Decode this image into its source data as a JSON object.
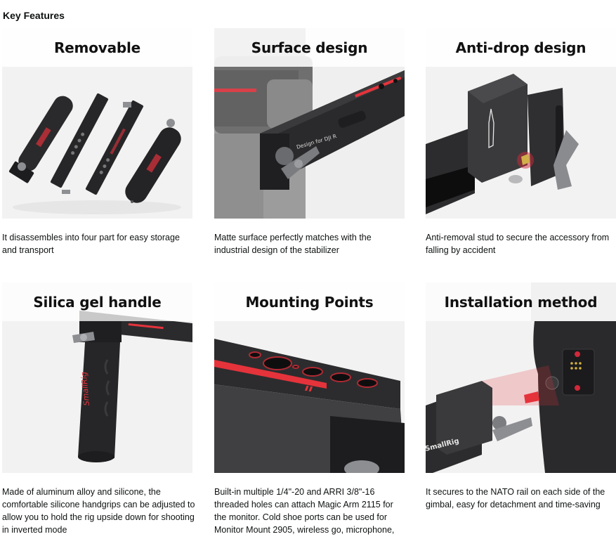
{
  "section": {
    "title": "Key Features"
  },
  "features": [
    {
      "title": "Removable",
      "description": "It disassembles into four part for easy storage and transport",
      "image": "four-part-handle-kit-photo"
    },
    {
      "title": "Surface design",
      "description": "Matte surface perfectly matches with the industrial design of the stabilizer",
      "image": "matte-surface-side-handle-photo",
      "image_label": "Design for DJI R"
    },
    {
      "title": "Anti-drop design",
      "description": "Anti-removal stud to secure the accessory from falling by accident",
      "image": "anti-drop-stud-closeup-photo"
    },
    {
      "title": "Silica gel handle",
      "description": "Made of aluminum alloy and silicone, the comfortable silicone handgrips can be adjusted to allow you to hold the rig upside down for shooting in inverted mode",
      "image": "silicone-handgrip-photo",
      "brand_mark": "SmallRig"
    },
    {
      "title": "Mounting Points",
      "description": "Built-in multiple 1/4\"-20 and ARRI 3/8\"-16 threaded holes can attach Magic Arm 2115 for the monitor. Cold shoe ports can be used for Monitor Mount 2905, wireless go, microphone,",
      "image": "threaded-mounting-holes-photo"
    },
    {
      "title": "Installation method",
      "description": "It secures to the NATO rail on each side of the gimbal, easy for detachment and time-saving",
      "image": "nato-rail-installation-photo",
      "brand_mark": "SmallRig"
    }
  ],
  "colors": {
    "accent_red": "#e5333b",
    "metal_dark": "#2b2b2d",
    "tile_bg": "#f3f3f3",
    "text": "#0f1111"
  }
}
